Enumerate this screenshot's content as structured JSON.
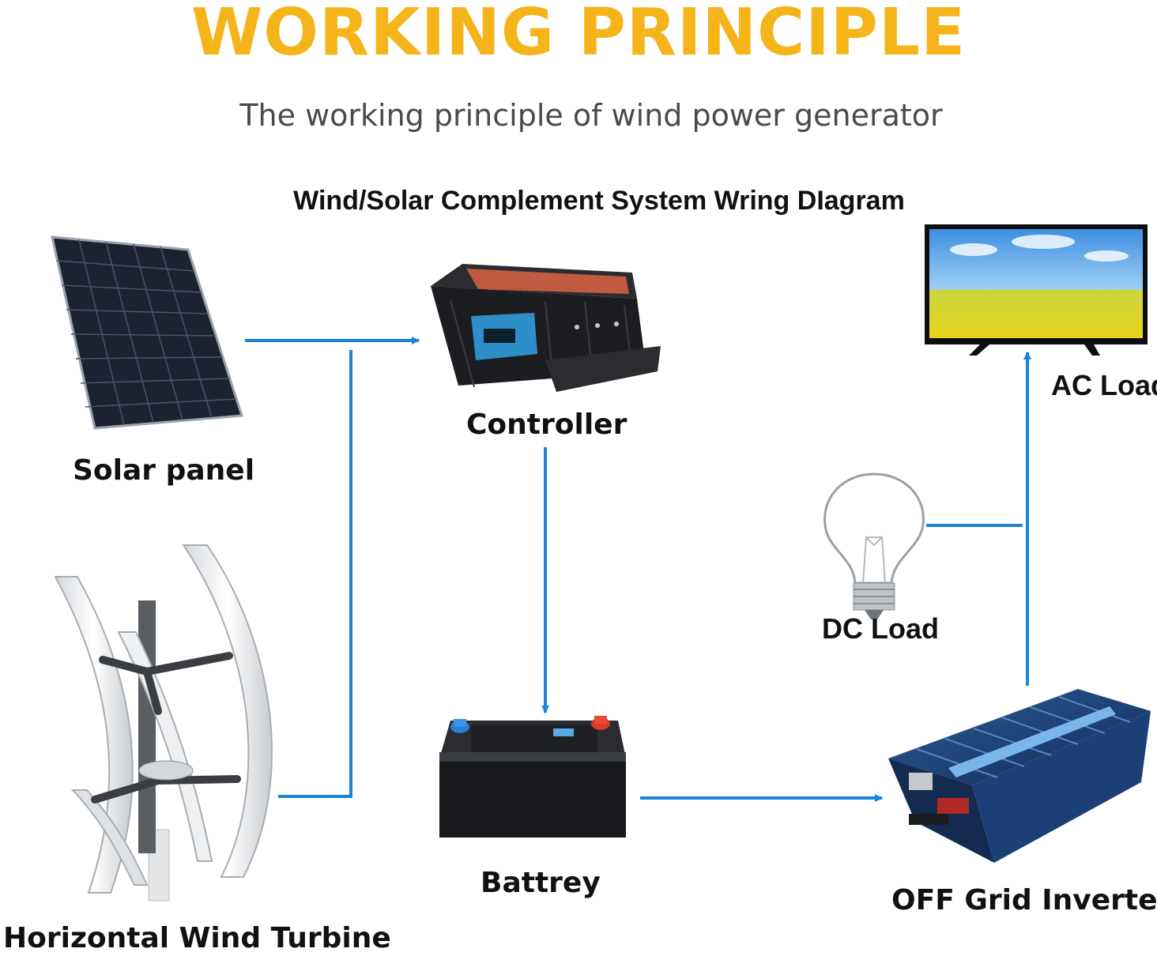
{
  "title": "WORKING PRINCIPLE",
  "subtitle": "The working principle of wind power generator",
  "diagram_title": "Wind/Solar Complement System Wring DIagram",
  "nodes": {
    "solar_panel": "Solar panel",
    "wind_turbine": "Horizontal Wind Turbine",
    "controller": "Controller",
    "battery": "Battrey",
    "inverter": "OFF Grid Inverter",
    "dc_load": "DC Load",
    "ac_load": "AC Load"
  },
  "colors": {
    "title": "#f4b41a",
    "arrow": "#1b82d6"
  }
}
